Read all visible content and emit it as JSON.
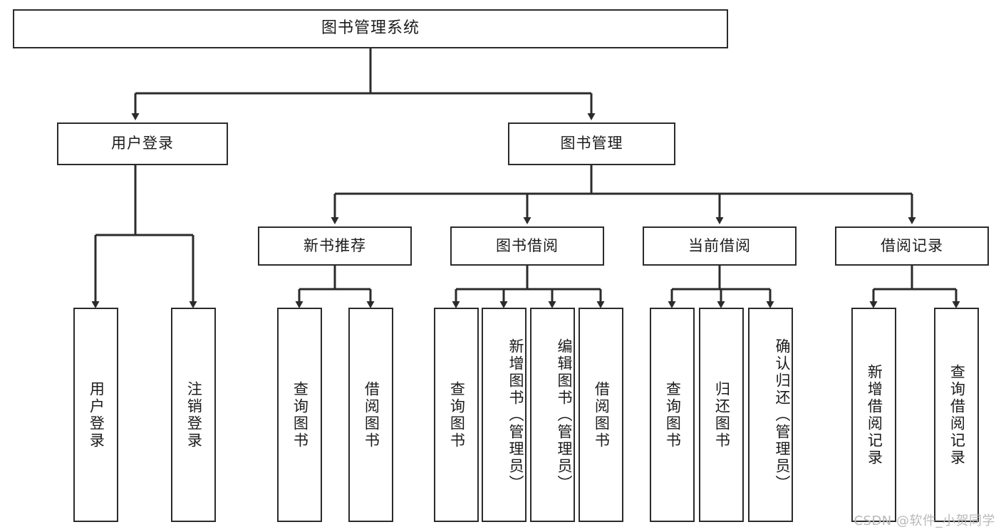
{
  "diagram": {
    "type": "tree",
    "title": "图书管理系统",
    "watermark": "CSDN @软件_小贺同学",
    "root": {
      "label": "图书管理系统"
    },
    "level2": [
      {
        "label": "用户登录"
      },
      {
        "label": "图书管理"
      }
    ],
    "level3": [
      {
        "label": "新书推荐"
      },
      {
        "label": "图书借阅"
      },
      {
        "label": "当前借阅"
      },
      {
        "label": "借阅记录"
      }
    ],
    "leaves": {
      "user_login": [
        {
          "label": "用户登录"
        },
        {
          "label": "注销登录"
        }
      ],
      "new_book_recommend": [
        {
          "label": "查询图书"
        },
        {
          "label": "借阅图书"
        }
      ],
      "book_borrow": [
        {
          "label": "查询图书"
        },
        {
          "label": "新增图书（管理员）"
        },
        {
          "label": "编辑图书（管理员）"
        },
        {
          "label": "借阅图书"
        }
      ],
      "current_borrow": [
        {
          "label": "查询图书"
        },
        {
          "label": "归还图书"
        },
        {
          "label": "确认归还（管理员）"
        }
      ],
      "borrow_record": [
        {
          "label": "新增借阅记录"
        },
        {
          "label": "查询借阅记录"
        }
      ]
    },
    "colors": {
      "stroke": "#2b2b2b",
      "fill": "#ffffff",
      "text": "#1b1b1b",
      "watermark": "#b9b9b9"
    }
  }
}
